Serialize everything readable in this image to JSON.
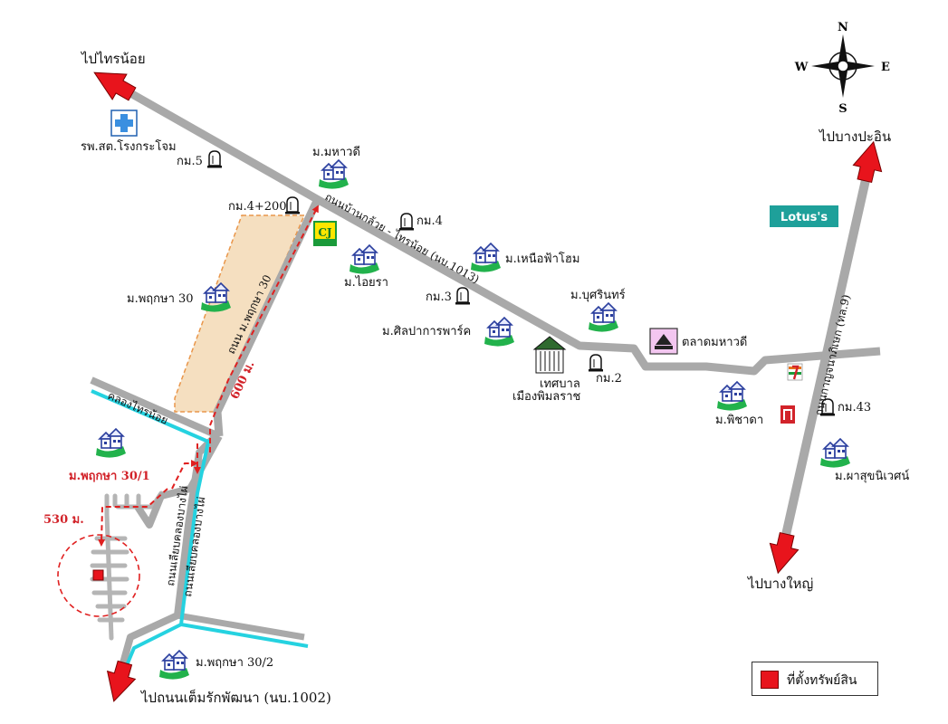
{
  "compass": {
    "n": "N",
    "s": "S",
    "e": "E",
    "w": "W"
  },
  "directions": {
    "to_trai_noi": "ไปไทรน้อย",
    "to_bang_pa_in": "ไปบางปะอิน",
    "to_bang_yai": "ไปบางใหญ่",
    "to_tem_rak_phatthana": "ไปถนนเต็มรักพัฒนา (นบ.1002)"
  },
  "roads": {
    "ban_kluay_trai_noi": "ถนนบ้านกล้วย - ไทรน้อย (นบ.1013)",
    "kanchanaphisek": "ถนนกาญจนาภิเษก (ทล.9)",
    "soi_phruksa_30": "ถนน ม.พฤกษา 30",
    "klong_bang_phai_1": "ถนนเลียบคลองบางไผ่",
    "klong_bang_phai_2": "ถนนเลียบคลองบางไผ่",
    "canal_trai_noi": "คลองไทรน้อย"
  },
  "distances": {
    "d600": "600 ม.",
    "d530": "530 ม."
  },
  "places": {
    "hospital": "รพ.สต.โรงกระโจม",
    "km5": "กม.5",
    "km4_200": "กม.4+200",
    "km4": "กม.4",
    "km3": "กม.3",
    "km2": "กม.2",
    "km43": "กม.43",
    "mahawadee": "ม.มหาวดี",
    "aira": "ม.ไอยรา",
    "nuea_fah_home": "ม.เหนือฟ้าโฮม",
    "phruksa_30": "ม.พฤกษา 30",
    "silpakarn_park": "ม.ศิลปาการพาร์ค",
    "busarin": "ม.บุศรินทร์",
    "talad_mahawadee": "ตลาดมหาวดี",
    "municipality": "เทศบาล",
    "municipality_2": "เมืองพิมลราช",
    "phichada": "ม.พิชาดา",
    "phasuk": "ม.ผาสุขนิเวศน์",
    "phruksa_30_1": "ม.พฤกษา 30/1",
    "phruksa_30_2": "ม.พฤกษา 30/2",
    "lotus": "Lotus's",
    "cj": "CJ"
  },
  "legend": {
    "label": "ที่ตั้งทรัพย์สิน"
  },
  "colors": {
    "road": "#a9a9a9",
    "canal": "#25d2e0",
    "arrow": "#e8141c",
    "route": "#e02020",
    "plot_fill": "#f5dfc0",
    "plot_border": "#e9964a",
    "house_green": "#22b24c",
    "house_blue": "#2b3f9e",
    "lotus_bg": "#1ea09a"
  }
}
